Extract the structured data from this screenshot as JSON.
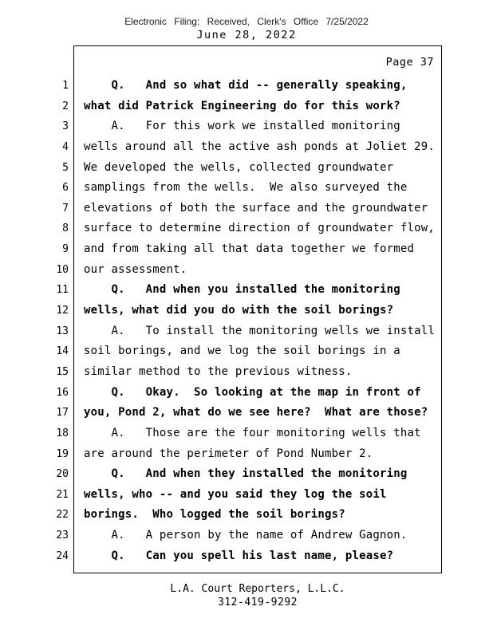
{
  "header": {
    "filing_line": "Electronic Filing: Received, Clerk's Office 7/25/2022",
    "date_line": "June 28, 2022"
  },
  "page": {
    "page_label": "Page 37",
    "lines": [
      {
        "num": "1",
        "bold": true,
        "text": "    Q.   And so what did -- generally speaking,"
      },
      {
        "num": "2",
        "bold": true,
        "text": "what did Patrick Engineering do for this work?"
      },
      {
        "num": "3",
        "bold": false,
        "text": "    A.   For this work we installed monitoring"
      },
      {
        "num": "4",
        "bold": false,
        "text": "wells around all the active ash ponds at Joliet 29."
      },
      {
        "num": "5",
        "bold": false,
        "text": "We developed the wells, collected groundwater"
      },
      {
        "num": "6",
        "bold": false,
        "text": "samplings from the wells.  We also surveyed the"
      },
      {
        "num": "7",
        "bold": false,
        "text": "elevations of both the surface and the groundwater"
      },
      {
        "num": "8",
        "bold": false,
        "text": "surface to determine direction of groundwater flow,"
      },
      {
        "num": "9",
        "bold": false,
        "text": "and from taking all that data together we formed"
      },
      {
        "num": "10",
        "bold": false,
        "text": "our assessment."
      },
      {
        "num": "11",
        "bold": true,
        "text": "    Q.   And when you installed the monitoring"
      },
      {
        "num": "12",
        "bold": true,
        "text": "wells, what did you do with the soil borings?"
      },
      {
        "num": "13",
        "bold": false,
        "text": "    A.   To install the monitoring wells we install"
      },
      {
        "num": "14",
        "bold": false,
        "text": "soil borings, and we log the soil borings in a"
      },
      {
        "num": "15",
        "bold": false,
        "text": "similar method to the previous witness."
      },
      {
        "num": "16",
        "bold": true,
        "text": "    Q.   Okay.  So looking at the map in front of"
      },
      {
        "num": "17",
        "bold": true,
        "text": "you, Pond 2, what do we see here?  What are those?"
      },
      {
        "num": "18",
        "bold": false,
        "text": "    A.   Those are the four monitoring wells that"
      },
      {
        "num": "19",
        "bold": false,
        "text": "are around the perimeter of Pond Number 2."
      },
      {
        "num": "20",
        "bold": true,
        "text": "    Q.   And when they installed the monitoring"
      },
      {
        "num": "21",
        "bold": true,
        "text": "wells, who -- and you said they log the soil"
      },
      {
        "num": "22",
        "bold": true,
        "text": "borings.  Who logged the soil borings?"
      },
      {
        "num": "23",
        "bold": false,
        "text": "    A.   A person by the name of Andrew Gagnon."
      },
      {
        "num": "24",
        "bold": true,
        "text": "    Q.   Can you spell his last name, please?"
      }
    ]
  },
  "footer": {
    "company": "L.A. Court Reporters, L.L.C.",
    "phone": "312-419-9292"
  }
}
